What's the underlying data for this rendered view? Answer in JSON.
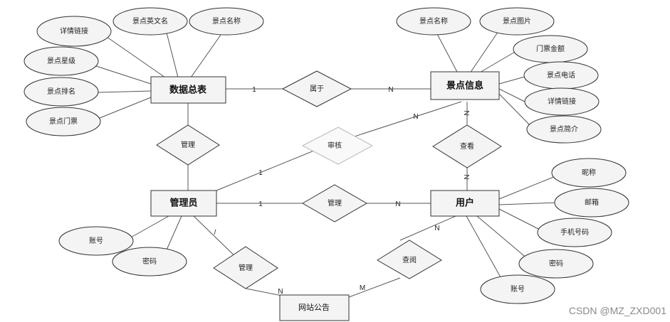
{
  "entities": {
    "summary": "数据总表",
    "scenic": "景点信息",
    "admin": "管理员",
    "user": "用户",
    "notice": "网站公告"
  },
  "relations": {
    "belongs": "属于",
    "manage_summary": "管理",
    "review": "审核",
    "view": "查看",
    "manage_user": "管理",
    "manage_notice": "管理",
    "query": "查阅"
  },
  "attributes": {
    "summary": [
      "详情链接",
      "景点英文名",
      "景点名称",
      "景点星级",
      "景点排名",
      "景点门票"
    ],
    "scenic": [
      "景点名称",
      "景点图片",
      "门票金额",
      "景点电话",
      "详情链接",
      "景点简介"
    ],
    "user": [
      "昵称",
      "邮箱",
      "手机号码",
      "密码",
      "账号"
    ],
    "admin": [
      "账号",
      "密码"
    ]
  },
  "cardinality": {
    "summary_belongs": "1",
    "belongs_scenic": "N",
    "review_scenic": "N",
    "admin_review": "1",
    "scenic_view": "N",
    "view_user": "N",
    "admin_manage": "1",
    "manage_user": "N",
    "admin_notice": "/",
    "manage_notice": "N",
    "query_notice": "M",
    "user_query": "N"
  },
  "watermark": "CSDN @MZ_ZXD001"
}
